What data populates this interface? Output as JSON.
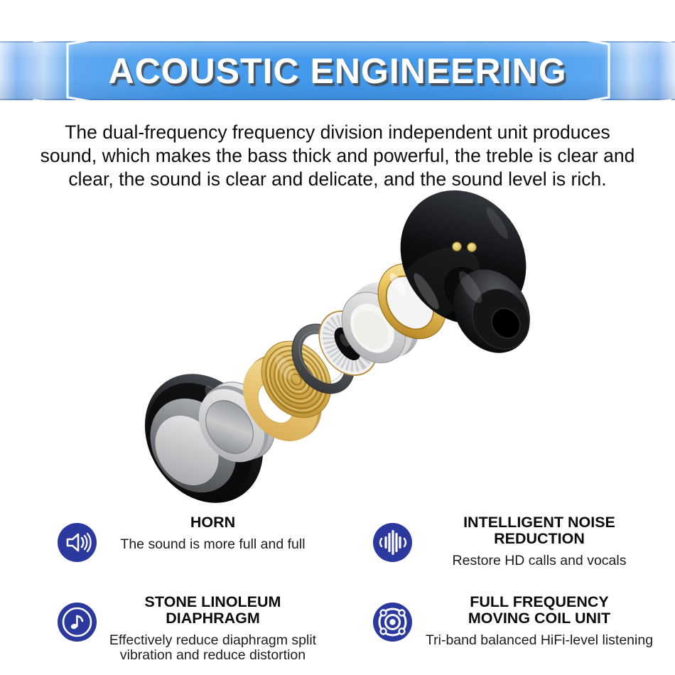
{
  "banner": {
    "title": "ACOUSTIC ENGINEERING"
  },
  "intro": {
    "lines": [
      "The dual-frequency frequency division independent unit produces",
      "sound, which makes the bass thick and powerful, the treble is clear and",
      "clear, the sound is clear and delicate, and the sound level is rich."
    ]
  },
  "diagram": {
    "subject": "exploded-earbud-components"
  },
  "features": [
    {
      "icon": "speaker-icon",
      "title": [
        "HORN"
      ],
      "desc": [
        "The sound is more full and full"
      ]
    },
    {
      "icon": "sound-wave-icon",
      "title": [
        "INTELLIGENT NOISE",
        "REDUCTION"
      ],
      "desc": [
        "Restore HD calls and vocals"
      ]
    },
    {
      "icon": "music-note-icon",
      "title": [
        "STONE LINOLEUM",
        "DIAPHRAGM"
      ],
      "desc": [
        "Effectively reduce diaphragm split",
        "vibration and reduce distortion"
      ]
    },
    {
      "icon": "driver-unit-icon",
      "title": [
        "FULL FREQUENCY",
        "MOVING COIL UNIT"
      ],
      "desc": [
        "Tri-band balanced HiFi-level listening"
      ]
    }
  ],
  "colors": {
    "banner_blue": "#4399ec",
    "banner_blue_light": "#c3dcf9",
    "icon_blue": "#2b389d",
    "gold": "#e7c25f",
    "tan": "#e8c472",
    "silver": "#c9cbcd",
    "black": "#0a0a0b",
    "text": "#0d0d0d"
  }
}
